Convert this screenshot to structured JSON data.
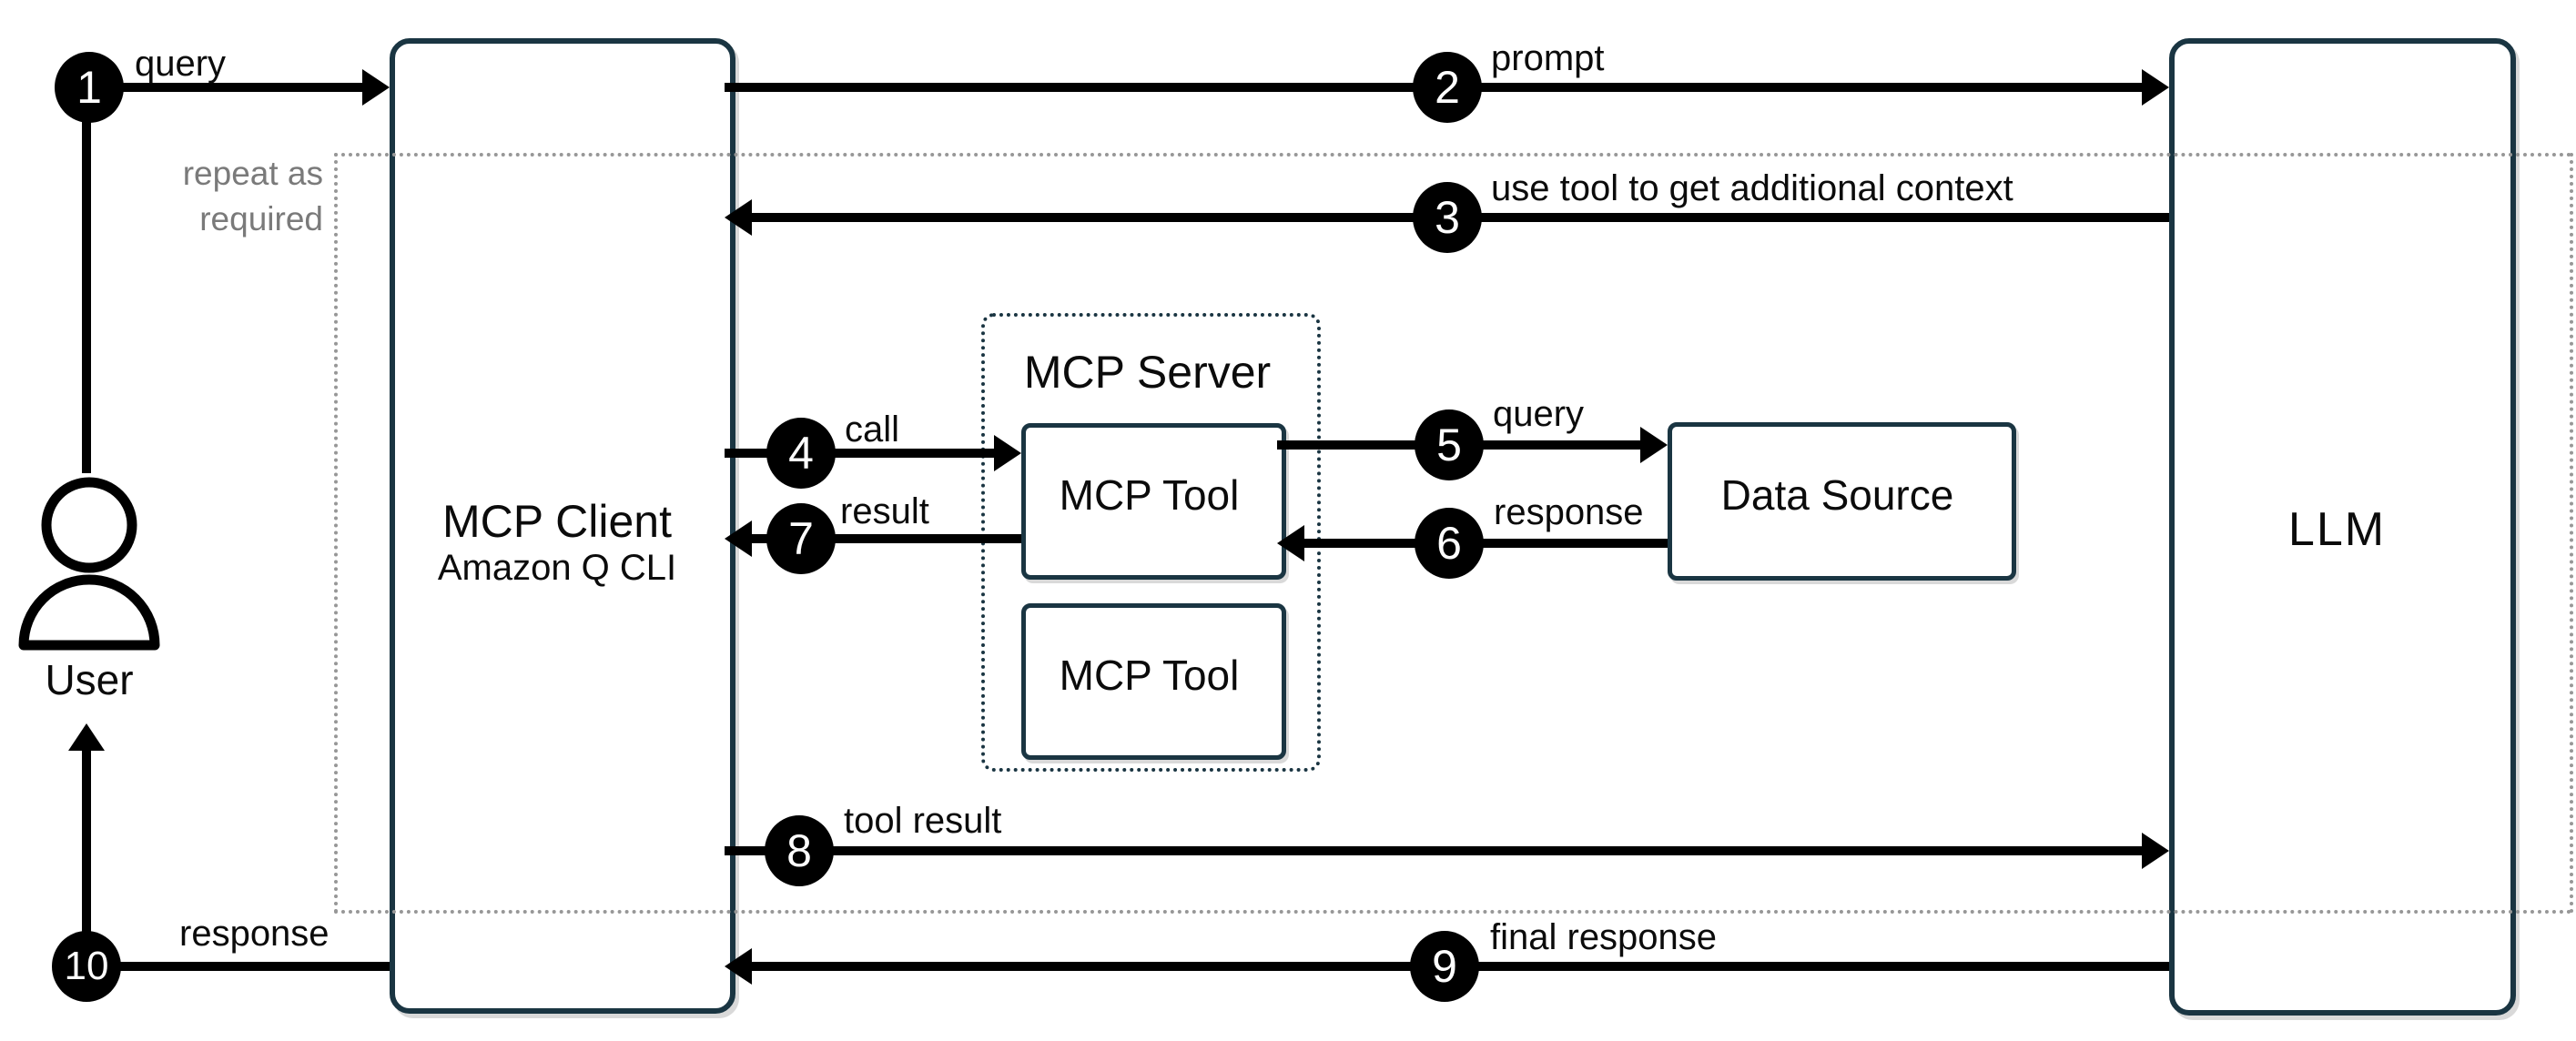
{
  "diagram": {
    "nodes": {
      "user": {
        "label": "User"
      },
      "mcp_client": {
        "title": "MCP Client",
        "subtitle": "Amazon Q CLI"
      },
      "mcp_server": {
        "title": "MCP Server"
      },
      "mcp_tool_1": {
        "title": "MCP Tool"
      },
      "mcp_tool_2": {
        "title": "MCP Tool"
      },
      "data_source": {
        "title": "Data Source"
      },
      "llm": {
        "title": "LLM"
      }
    },
    "flows": [
      {
        "step": "1",
        "label": "query"
      },
      {
        "step": "2",
        "label": "prompt"
      },
      {
        "step": "3",
        "label": "use tool to get additional context"
      },
      {
        "step": "4",
        "label": "call"
      },
      {
        "step": "5",
        "label": "query"
      },
      {
        "step": "6",
        "label": "response"
      },
      {
        "step": "7",
        "label": "result"
      },
      {
        "step": "8",
        "label": "tool result"
      },
      {
        "step": "9",
        "label": "final response"
      },
      {
        "step": "10",
        "label": "response"
      }
    ],
    "annotations": {
      "repeat_note_line1": "repeat as",
      "repeat_note_line2": "required"
    },
    "colors": {
      "box_border": "#1a3542",
      "arrow_black": "#000000",
      "repeat_dotted_gray": "#979797",
      "note_text_gray": "#7a7a7a",
      "background": "#ffffff"
    }
  }
}
